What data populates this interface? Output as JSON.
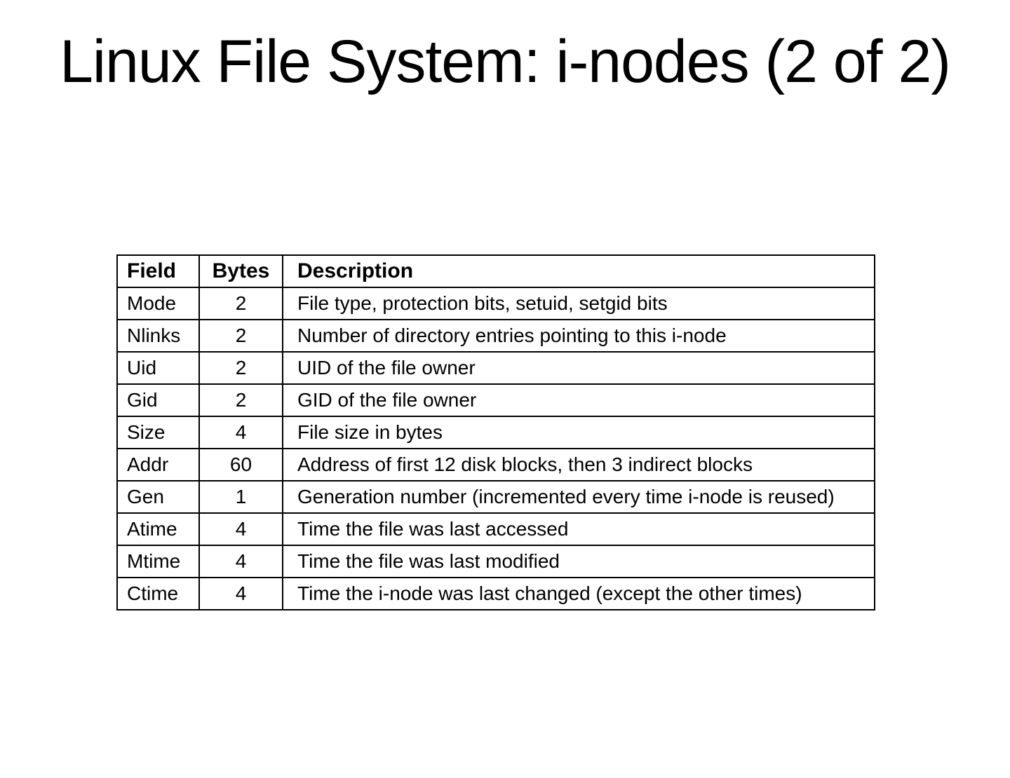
{
  "slide": {
    "title": "Linux File System: i-nodes (2 of 2)"
  },
  "table": {
    "headers": {
      "field": "Field",
      "bytes": "Bytes",
      "description": "Description"
    },
    "rows": [
      {
        "field": "Mode",
        "bytes": "2",
        "description": "File type, protection bits, setuid, setgid bits"
      },
      {
        "field": "Nlinks",
        "bytes": "2",
        "description": "Number of directory entries pointing to this i-node"
      },
      {
        "field": "Uid",
        "bytes": "2",
        "description": "UID of the file owner"
      },
      {
        "field": "Gid",
        "bytes": "2",
        "description": "GID of the file owner"
      },
      {
        "field": "Size",
        "bytes": "4",
        "description": "File size in bytes"
      },
      {
        "field": "Addr",
        "bytes": "60",
        "description": "Address of first 12 disk blocks, then 3 indirect blocks"
      },
      {
        "field": "Gen",
        "bytes": "1",
        "description": "Generation number (incremented every time i-node is reused)"
      },
      {
        "field": "Atime",
        "bytes": "4",
        "description": "Time the file was last accessed"
      },
      {
        "field": "Mtime",
        "bytes": "4",
        "description": "Time the file was last modified"
      },
      {
        "field": "Ctime",
        "bytes": "4",
        "description": "Time the i-node was last changed (except the other times)"
      }
    ]
  },
  "colors": {
    "background": "#ffffff",
    "text": "#000000",
    "border": "#000000"
  }
}
